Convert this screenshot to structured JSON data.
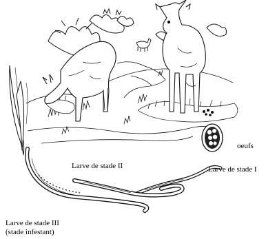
{
  "labels": {
    "eggs": "oeufs",
    "stage2": "Larve de stade II",
    "stage1": "Larve de stade I",
    "stage3": "Larve de stade III",
    "stage3_note": "(stade infestant)"
  }
}
